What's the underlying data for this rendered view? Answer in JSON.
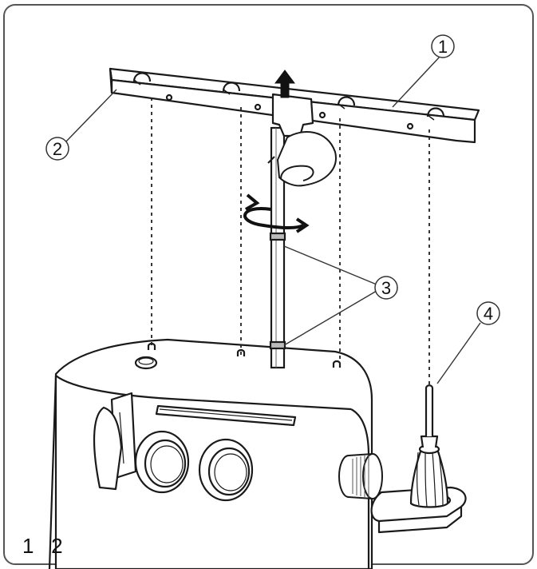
{
  "callouts": [
    {
      "id": "1",
      "label": "1"
    },
    {
      "id": "2",
      "label": "2"
    },
    {
      "id": "3",
      "label": "3"
    },
    {
      "id": "4",
      "label": "4"
    }
  ],
  "page_marker": "1   2",
  "colors": {
    "line": "#1a1a1a",
    "frame": "#555555",
    "fill": "#ffffff",
    "shade": "#d9d9d9"
  }
}
